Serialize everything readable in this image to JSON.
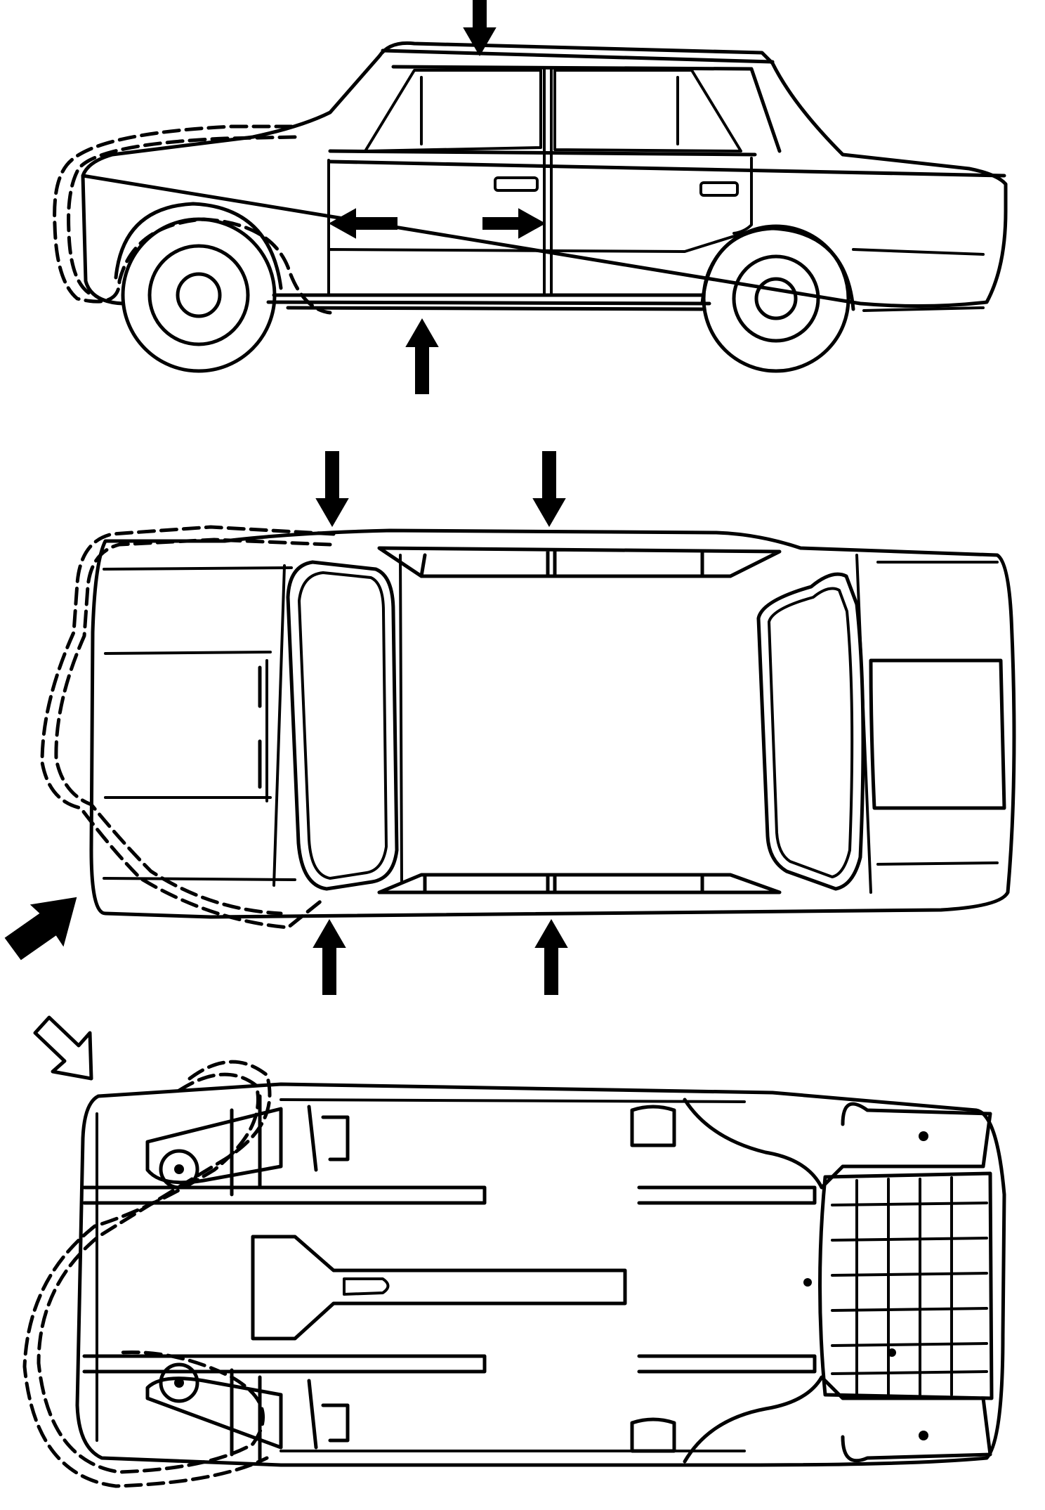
{
  "figure": {
    "views": [
      "side-view",
      "top-view",
      "underside-view"
    ],
    "colors": {
      "ink": "#000000",
      "paper": "#ffffff"
    }
  }
}
